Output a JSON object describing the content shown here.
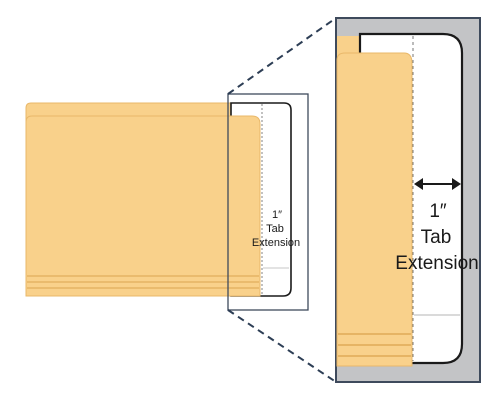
{
  "small_view": {
    "measure": "1″",
    "line_1": "Tab",
    "line_2": "Extension"
  },
  "zoom_view": {
    "measure": "1″",
    "line_1": "Tab",
    "line_2": "Extension"
  },
  "colors": {
    "folder_fill": "#f9d18b",
    "folder_stripe": "#e9b86a",
    "zoom_frame_bg": "#c3c4c6",
    "zoom_frame_border": "#3e4a5c",
    "callout_line": "#2d3e55",
    "outline": "#1a1a1a"
  }
}
